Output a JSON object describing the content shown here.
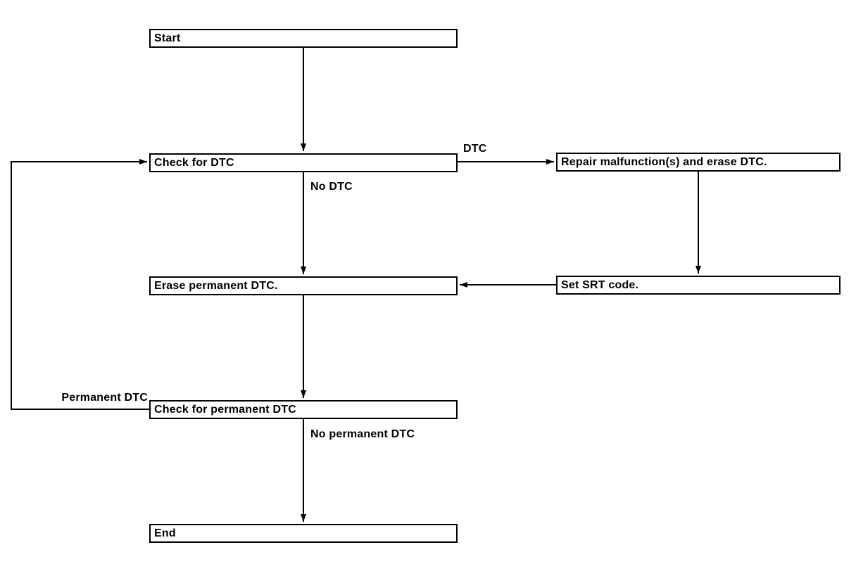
{
  "diagram": {
    "type": "flowchart",
    "nodes": {
      "start": {
        "label": "Start"
      },
      "check_dtc": {
        "label": "Check for DTC"
      },
      "repair": {
        "label": "Repair malfunction(s) and erase DTC."
      },
      "erase_permanent": {
        "label": "Erase permanent DTC."
      },
      "set_srt": {
        "label": "Set SRT code."
      },
      "check_permanent": {
        "label": "Check for permanent DTC"
      },
      "end": {
        "label": "End"
      }
    },
    "edge_labels": {
      "dtc": "DTC",
      "no_dtc": "No DTC",
      "permanent_dtc": "Permanent DTC",
      "no_permanent_dtc": "No permanent DTC"
    },
    "edges": [
      {
        "from": "start",
        "to": "check_dtc",
        "label": ""
      },
      {
        "from": "check_dtc",
        "to": "repair",
        "label": "DTC"
      },
      {
        "from": "check_dtc",
        "to": "erase_permanent",
        "label": "No DTC"
      },
      {
        "from": "repair",
        "to": "set_srt",
        "label": ""
      },
      {
        "from": "set_srt",
        "to": "erase_permanent",
        "label": ""
      },
      {
        "from": "erase_permanent",
        "to": "check_permanent",
        "label": ""
      },
      {
        "from": "check_permanent",
        "to": "check_dtc",
        "label": "Permanent DTC"
      },
      {
        "from": "check_permanent",
        "to": "end",
        "label": "No permanent DTC"
      }
    ],
    "colors": {
      "background": "#ffffff",
      "line": "#000000",
      "box_border": "#000000",
      "box_fill": "#ffffff",
      "text": "#000000"
    }
  }
}
